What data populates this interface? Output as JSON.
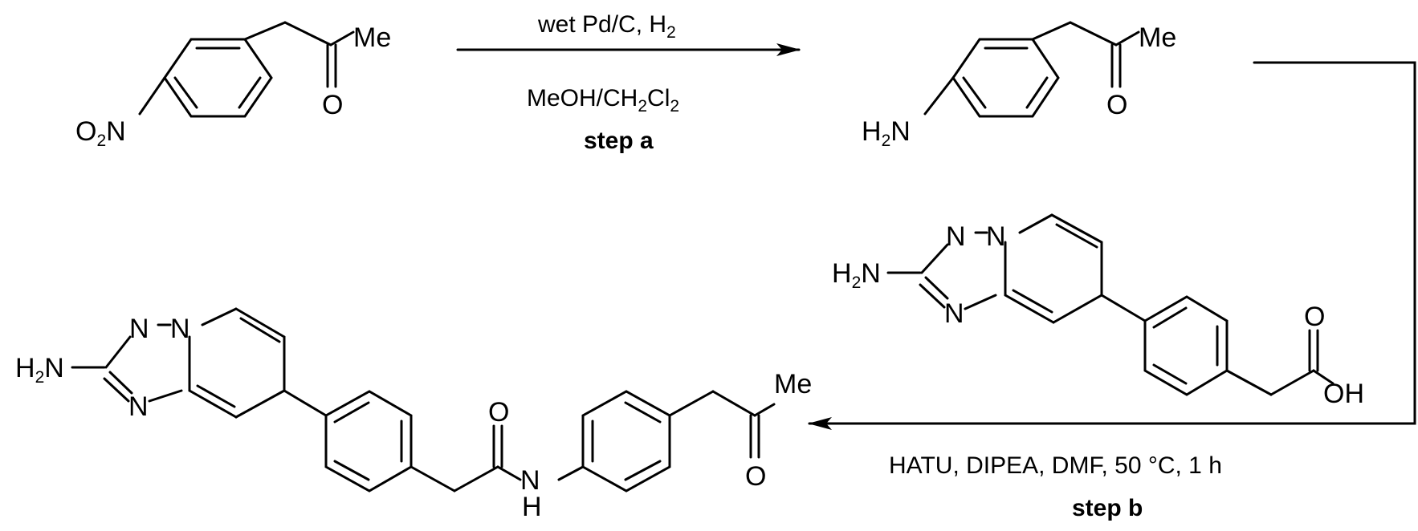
{
  "step_a": {
    "reagents_main": "wet Pd/C, H",
    "reagents_sub": "2",
    "solvent_parts": [
      "MeOH/CH",
      "2",
      "Cl",
      "2"
    ],
    "label": "step a"
  },
  "step_b": {
    "conditions": "HATU, DIPEA, DMF,  50 °C, 1 h",
    "label": "step b"
  },
  "atoms": {
    "me": "Me",
    "o": "O",
    "n": "N",
    "h": "H",
    "oh": "OH",
    "nitro_o": "O",
    "nitro_sub": "2",
    "nitro_n": "N",
    "amine_h": "H",
    "amine_sub": "2",
    "amine_n": "N"
  }
}
